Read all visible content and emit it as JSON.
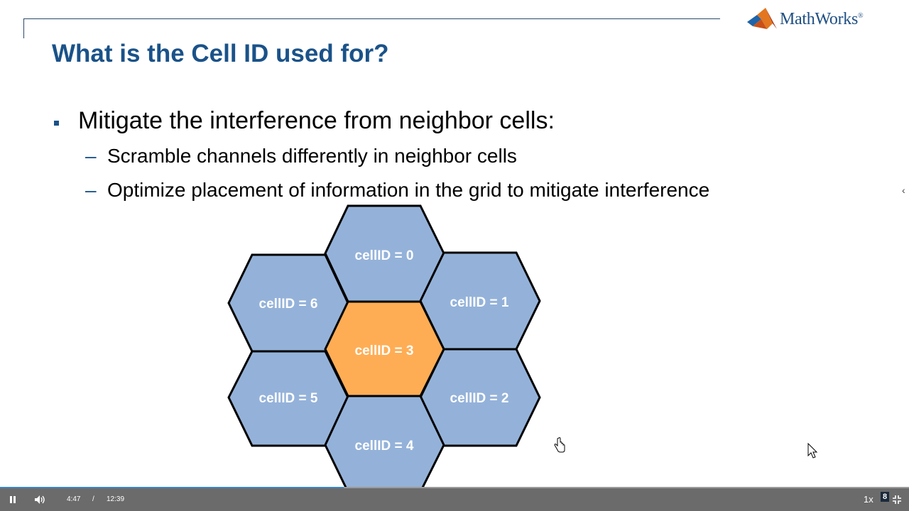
{
  "slide": {
    "title": "What is the Cell ID used for?",
    "logo_text": "MathWorks",
    "logo_trademark": "®",
    "bullet": "Mitigate the interference from neighbor cells:",
    "sub_bullets": [
      "Scramble channels differently in neighbor cells",
      "Optimize placement of information in the grid to mitigate interference"
    ],
    "sub_bullet_marker": "–",
    "hex_cells": [
      {
        "label": "cellID = 0",
        "highlight": false
      },
      {
        "label": "cellID = 1",
        "highlight": false
      },
      {
        "label": "cellID = 2",
        "highlight": false
      },
      {
        "label": "cellID = 3",
        "highlight": true
      },
      {
        "label": "cellID = 4",
        "highlight": false
      },
      {
        "label": "cellID = 5",
        "highlight": false
      },
      {
        "label": "cellID = 6",
        "highlight": false
      }
    ],
    "colors": {
      "title": "#1a5289",
      "cell_fill": "#94b2d9",
      "highlight_fill": "#ffad54",
      "cell_stroke": "#000000"
    }
  },
  "player": {
    "current_time": "4:47",
    "separator": "/",
    "duration": "12:39",
    "progress_fraction": 0.378,
    "speed": "1x",
    "chapter_badge": "8",
    "icons": [
      "pause-icon",
      "volume-icon",
      "exit-fullscreen-icon"
    ]
  }
}
